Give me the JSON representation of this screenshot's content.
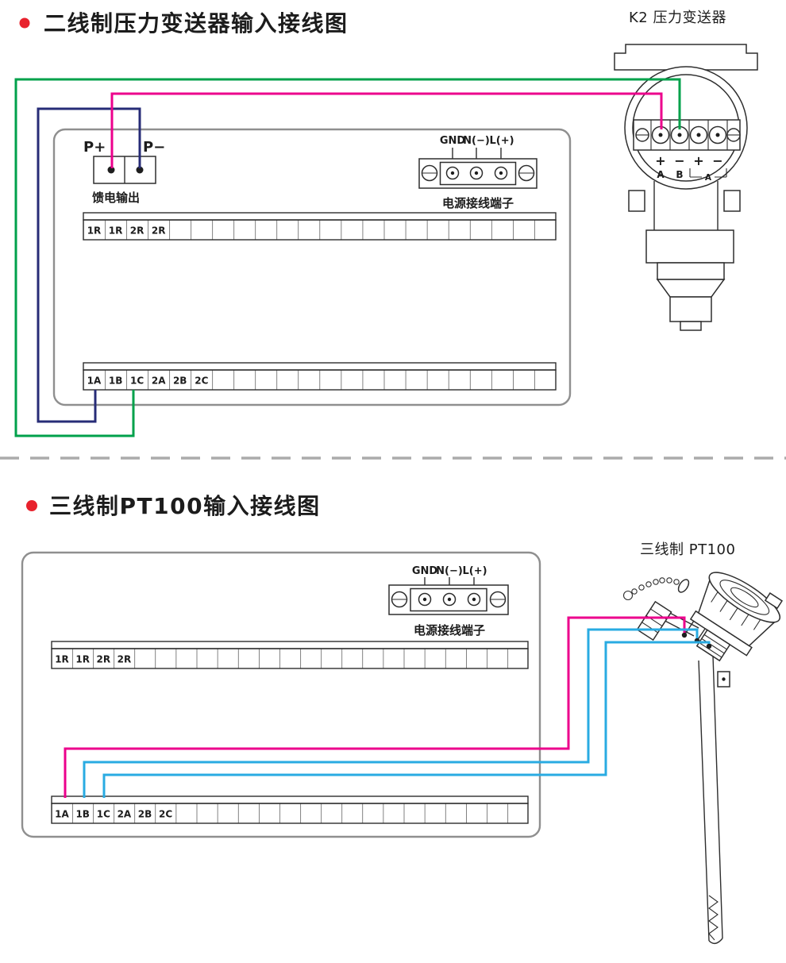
{
  "colors": {
    "bullet": "#e8222d",
    "wire_green": "#00a14b",
    "wire_magenta": "#ec008c",
    "wire_navy": "#272c77",
    "wire_cyan": "#29abe2"
  },
  "section1": {
    "title": "二线制压力变送器输入接线图",
    "device_label": "K2  压力变送器",
    "p_plus_label": "P+",
    "p_minus_label": "P−",
    "feed_output_label": "馈电输出",
    "power": {
      "gnd": "GND",
      "n": "N(−)",
      "l": "L(+)",
      "caption": "电源接线端子"
    },
    "row1_cells": [
      "1R",
      "1R",
      "2R",
      "2R"
    ],
    "row2_cells": [
      "1A",
      "1B",
      "1C",
      "2A",
      "2B",
      "2C"
    ],
    "transmitter": {
      "signs": [
        "+",
        "−",
        "+",
        "−"
      ],
      "ab": [
        "A",
        "B"
      ],
      "bracket_label": "A"
    }
  },
  "section2": {
    "title": "三线制PT100输入接线图",
    "device_label": "三线制  PT100",
    "power": {
      "gnd": "GND",
      "n": "N(−)",
      "l": "L(+)",
      "caption": "电源接线端子"
    },
    "row1_cells": [
      "1R",
      "1R",
      "2R",
      "2R"
    ],
    "row2_cells": [
      "1A",
      "1B",
      "1C",
      "2A",
      "2B",
      "2C"
    ]
  }
}
